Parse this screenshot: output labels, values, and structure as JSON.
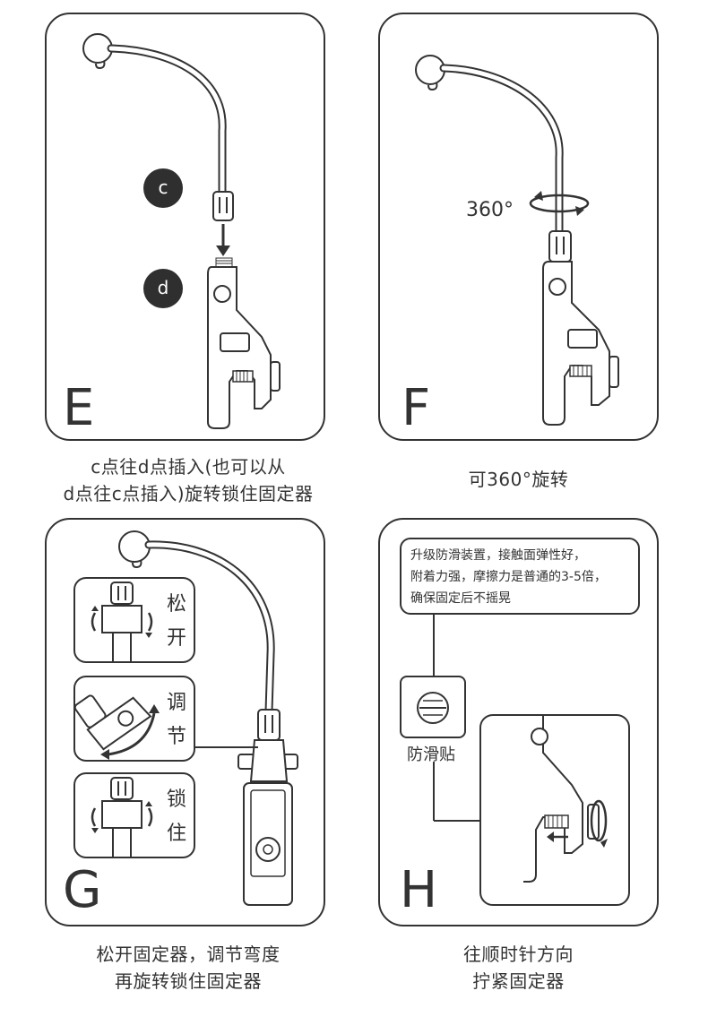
{
  "panels": {
    "e": {
      "letter": "E",
      "badge_c": "c",
      "badge_d": "d",
      "caption_line1": "c点往d点插入(也可以从",
      "caption_line2": "d点往c点插入)旋转锁住固定器"
    },
    "f": {
      "letter": "F",
      "degree_label": "360°",
      "caption": "可360°旋转"
    },
    "g": {
      "letter": "G",
      "inset_loosen": "松开",
      "inset_adjust": "调节",
      "inset_lock": "锁住",
      "caption_line1": "松开固定器，调节弯度",
      "caption_line2": "再旋转锁住固定器"
    },
    "h": {
      "letter": "H",
      "note_line1": "升级防滑装置，接触面弹性好，",
      "note_line2": "附着力强，摩擦力是普通的3-5倍，",
      "note_line3": "确保固定后不摇晃",
      "pad_label": "防滑贴",
      "caption_line1": "往顺时针方向",
      "caption_line2": "拧紧固定器"
    }
  },
  "colors": {
    "stroke": "#333333",
    "badge": "#2f2f2f",
    "background": "#ffffff"
  }
}
